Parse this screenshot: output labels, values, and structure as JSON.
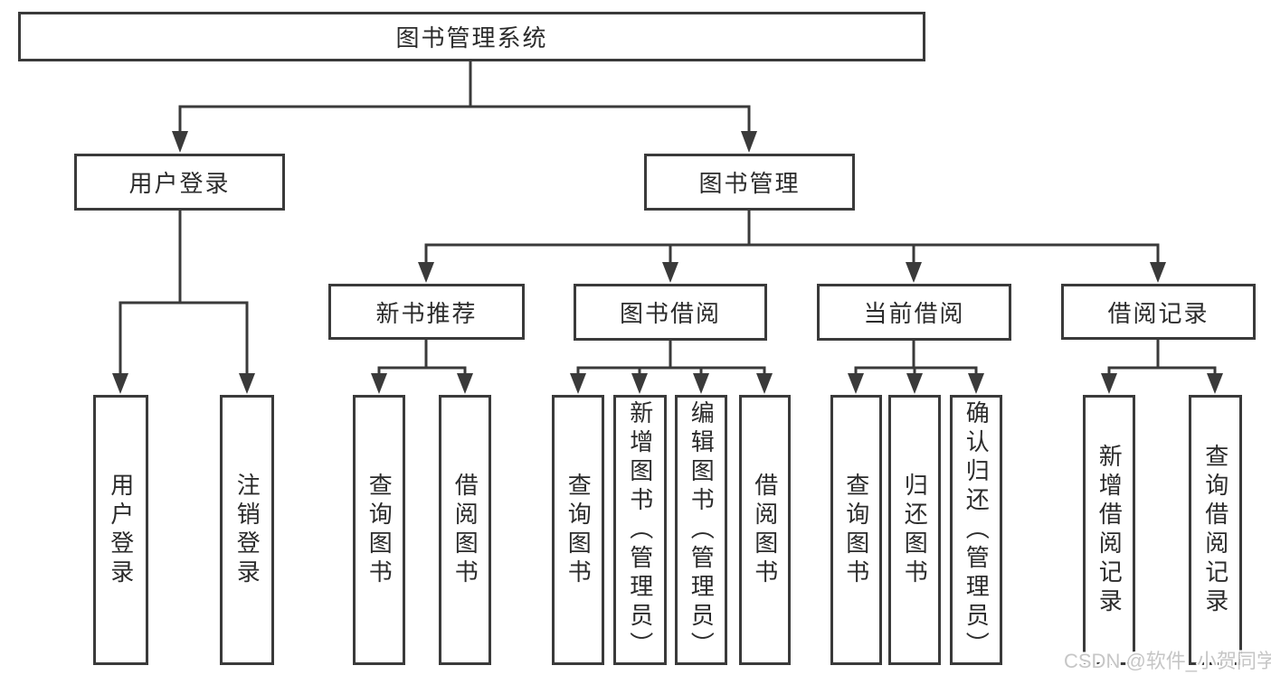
{
  "diagram": {
    "root": {
      "label": "图书管理系统"
    },
    "branches": [
      {
        "label": "用户登录",
        "children": [
          {
            "label": "用户登录"
          },
          {
            "label": "注销登录"
          }
        ]
      },
      {
        "label": "图书管理",
        "sections": [
          {
            "label": "新书推荐",
            "children": [
              {
                "label": "查询图书"
              },
              {
                "label": "借阅图书"
              }
            ]
          },
          {
            "label": "图书借阅",
            "children": [
              {
                "label": "查询图书"
              },
              {
                "label": "新增图书（管理员）"
              },
              {
                "label": "编辑图书（管理员）"
              },
              {
                "label": "借阅图书"
              }
            ]
          },
          {
            "label": "当前借阅",
            "children": [
              {
                "label": "查询图书"
              },
              {
                "label": "归还图书"
              },
              {
                "label": "确认归还（管理员）"
              }
            ]
          },
          {
            "label": "借阅记录",
            "children": [
              {
                "label": "新增借阅记录"
              },
              {
                "label": "查询借阅记录"
              }
            ]
          }
        ]
      }
    ]
  },
  "watermark": {
    "text": "CSDN @软件_小贺同学"
  },
  "colors": {
    "line": "#3a3a3a",
    "text": "#2b2b2b",
    "background": "#ffffff",
    "watermark": "#c6c6c6"
  }
}
